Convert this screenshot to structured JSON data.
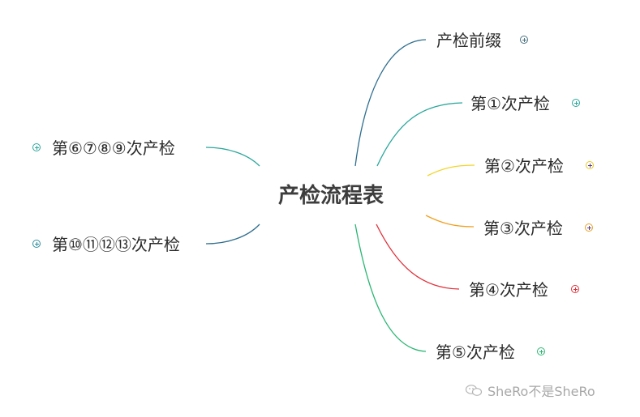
{
  "root": {
    "label": "产检流程表"
  },
  "right_branches": [
    {
      "label": "产检前缀",
      "line_color": "#2e6e8e",
      "expand_color": "#4a7080"
    },
    {
      "label": "第①次产检",
      "line_color": "#2aa79b",
      "expand_color": "#2aa79b"
    },
    {
      "label": "第②次产检",
      "line_color": "#f2d52c",
      "expand_color": "#e8c81e"
    },
    {
      "label": "第③次产检",
      "line_color": "#f0a020",
      "expand_color": "#e8a020"
    },
    {
      "label": "第④次产检",
      "line_color": "#e0303a",
      "expand_color": "#e0303a"
    },
    {
      "label": "第⑤次产检",
      "line_color": "#2bb673",
      "expand_color": "#2bb673"
    }
  ],
  "left_branches": [
    {
      "label": "第⑥⑦⑧⑨次产检",
      "line_color": "#2aa79b",
      "expand_color": "#2aa79b"
    },
    {
      "label": "第⑩⑪⑫⑬次产检",
      "line_color": "#2e6e8e",
      "expand_color": "#2e8e9e"
    }
  ],
  "watermark": {
    "text": "SheRo不是SheRo",
    "icon": "wechat-icon"
  }
}
